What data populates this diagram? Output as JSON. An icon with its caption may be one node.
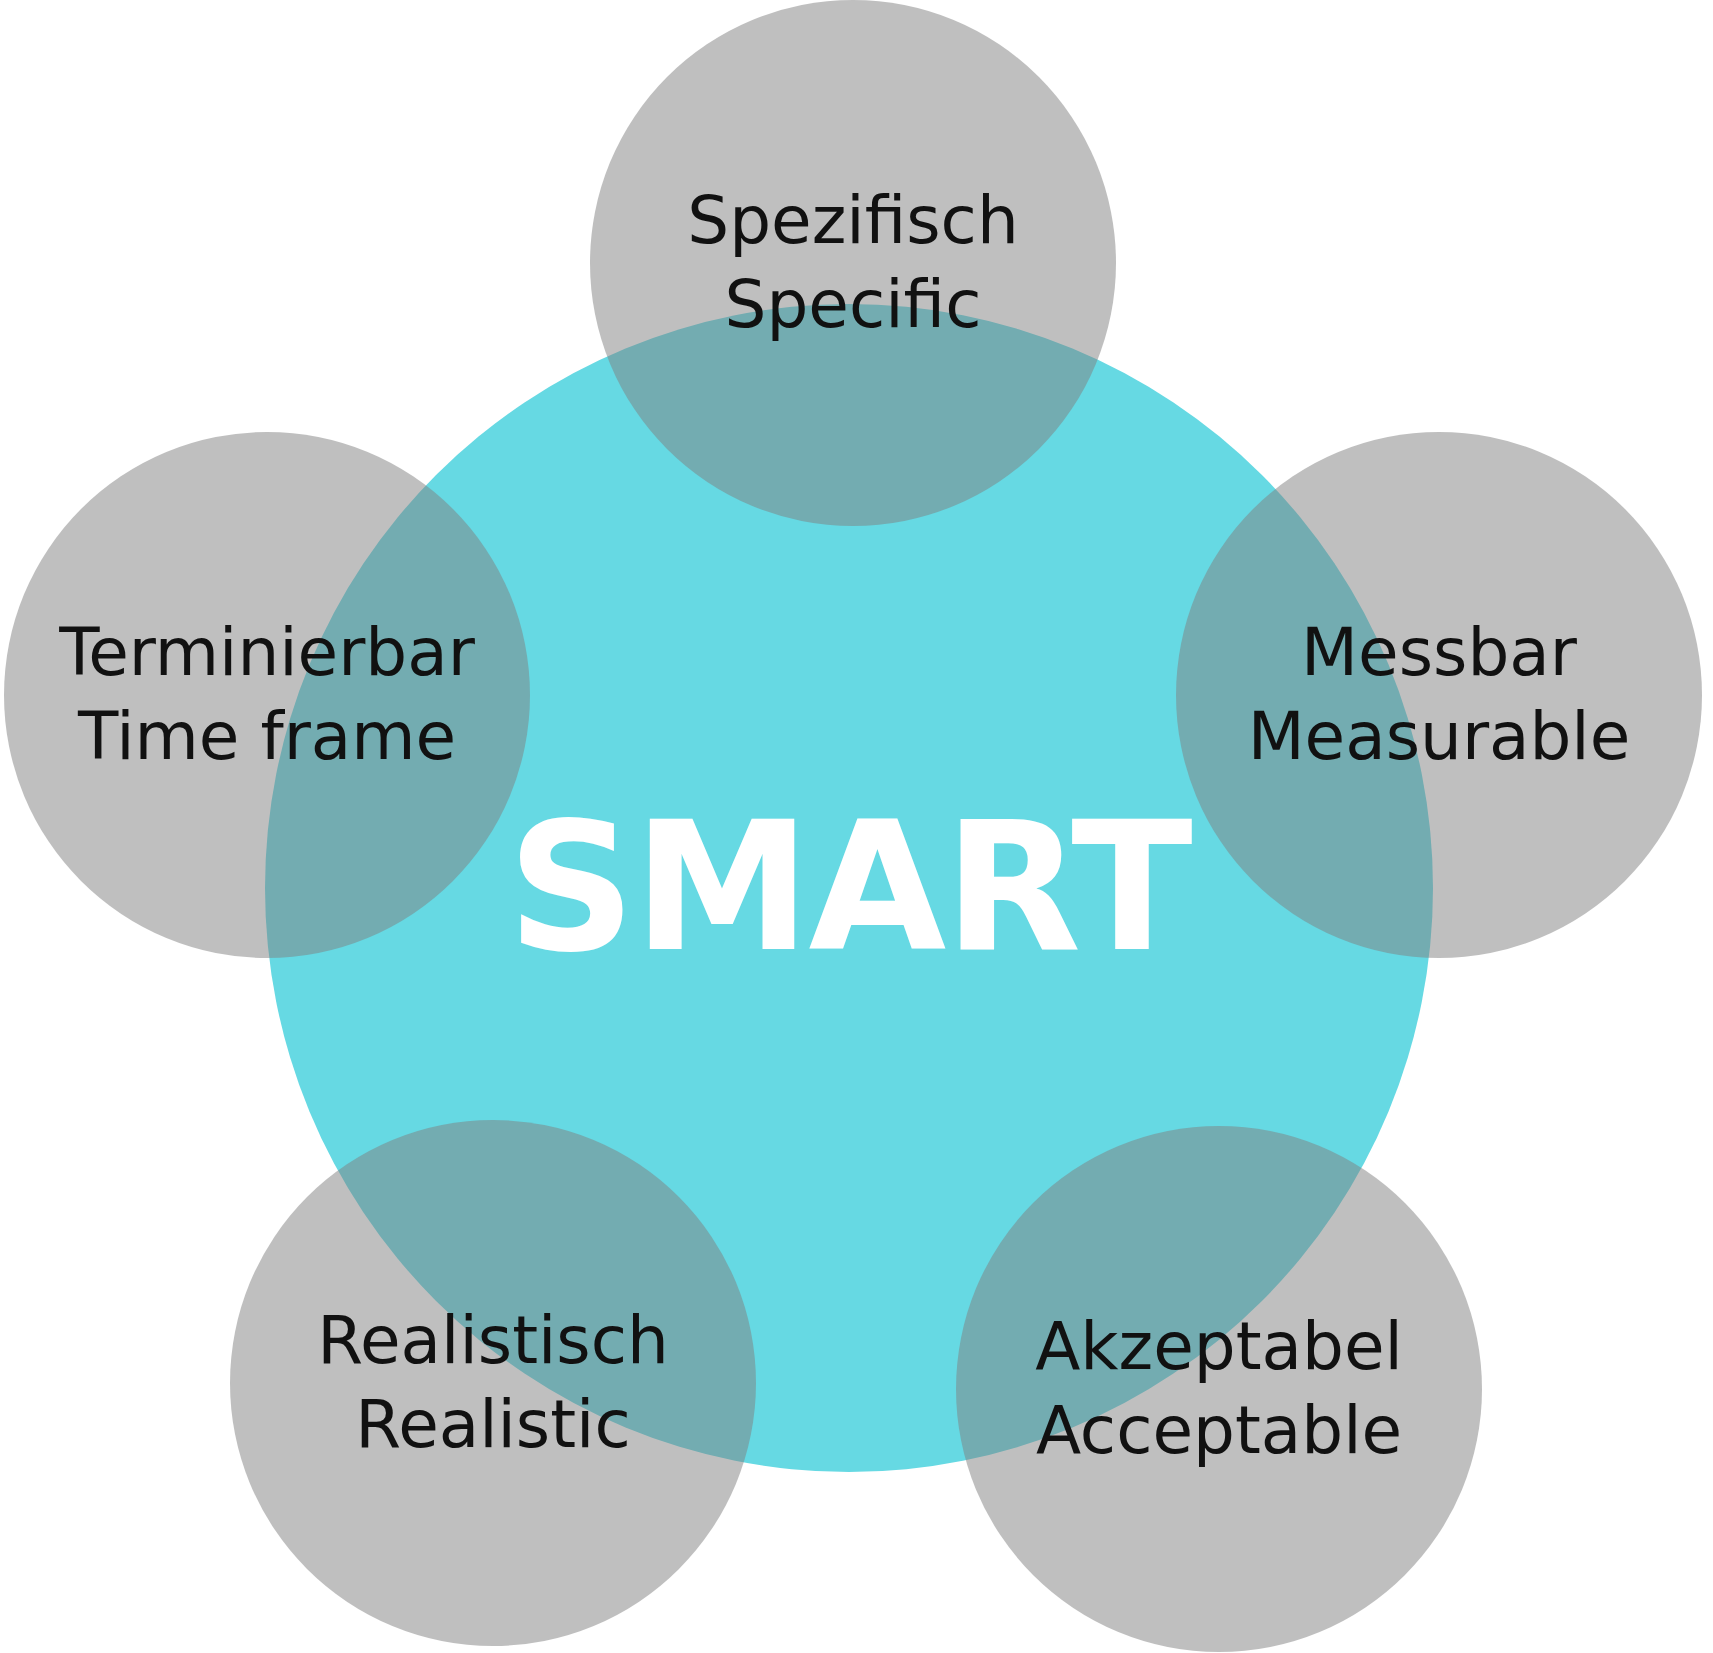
{
  "diagram": {
    "nodes": [
      {
        "text": [
          "Spezifisch",
          "Specific"
        ]
      },
      {
        "text": [
          "Terminierbar",
          "Time frame"
        ]
      },
      {
        "text": [
          "Messbar",
          "Measurable"
        ]
      },
      {
        "text": [
          "SMART"
        ]
      },
      {
        "text": [
          "Realistisch",
          "Realistic"
        ]
      },
      {
        "text": [
          "Akzeptabel",
          "Acceptable"
        ]
      }
    ]
  }
}
